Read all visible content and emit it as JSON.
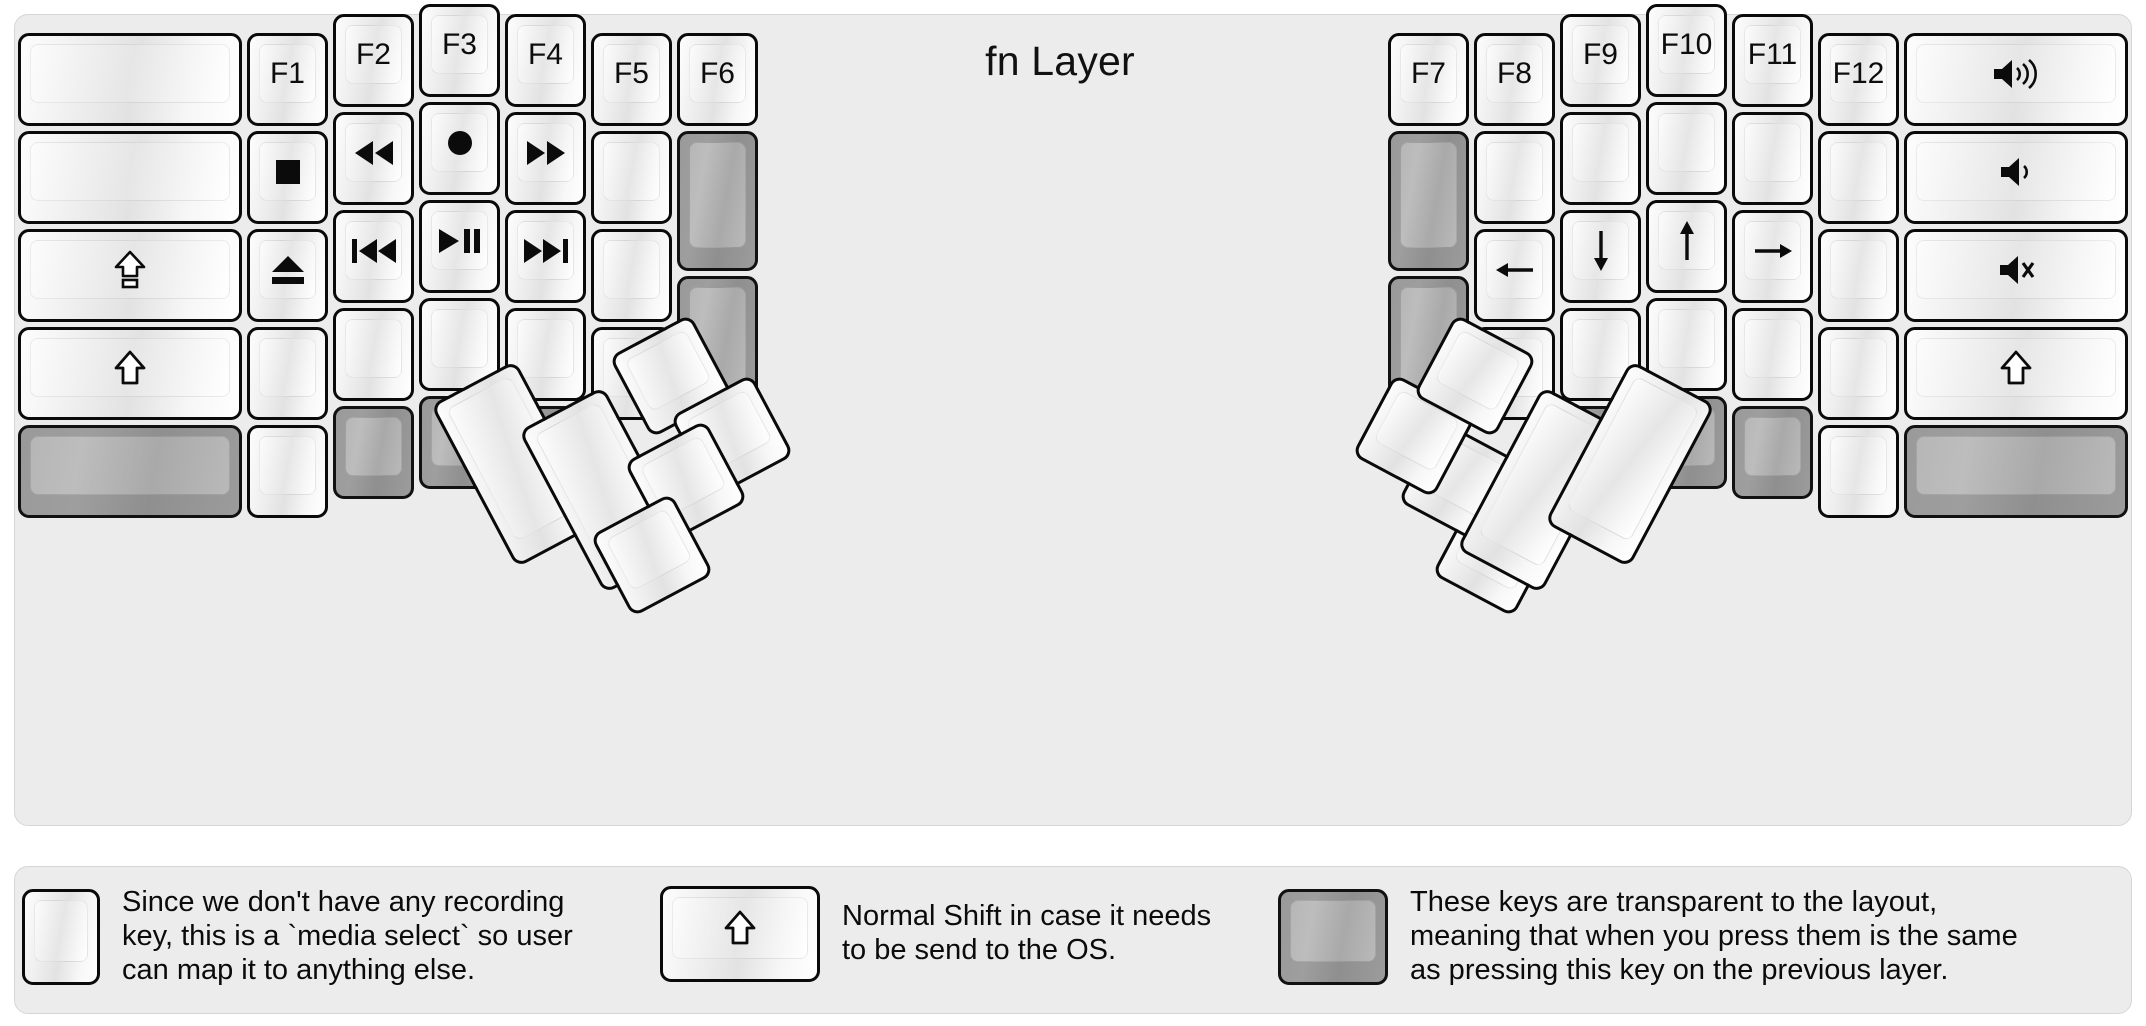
{
  "title": "fn Layer",
  "colors": {
    "background": "#ececec",
    "key_face": "#f2f2f2",
    "key_border": "#0a0a0a",
    "transparent_key": "#9e9e9e",
    "text": "#0d0d0d"
  },
  "legend": {
    "items": [
      {
        "key_icon": "record-circle-icon",
        "key_style": "normal",
        "text": "Since we don't have any recording\nkey, this is a `media select` so user\ncan map it to anything else."
      },
      {
        "key_icon": "shift-arrow-icon",
        "key_style": "normal",
        "text": "Normal Shift in case it needs\nto be send to the OS."
      },
      {
        "key_icon": "blank-icon",
        "key_style": "transparent",
        "text": "These keys are transparent to the layout,\nmeaning that when you press them is the same\nas pressing this key on the previous layer."
      }
    ]
  },
  "left_half": {
    "columns": [
      {
        "name": "col-1",
        "keys": [
          {
            "label": "",
            "icon": "blank-icon",
            "style": "normal"
          },
          {
            "label": "",
            "icon": "blank-icon",
            "style": "normal"
          },
          {
            "label": "",
            "icon": "capslock-arrow-icon",
            "style": "normal"
          },
          {
            "label": "",
            "icon": "shift-arrow-icon",
            "style": "normal"
          },
          {
            "label": "",
            "icon": "blank-icon",
            "style": "transparent"
          }
        ]
      },
      {
        "name": "col-2",
        "keys": [
          {
            "label": "F1",
            "icon": "",
            "style": "normal"
          },
          {
            "label": "",
            "icon": "media-stop-icon",
            "style": "normal"
          },
          {
            "label": "",
            "icon": "media-eject-icon",
            "style": "normal"
          },
          {
            "label": "",
            "icon": "blank-icon",
            "style": "normal"
          },
          {
            "label": "",
            "icon": "blank-icon",
            "style": "normal"
          }
        ]
      },
      {
        "name": "col-3",
        "keys": [
          {
            "label": "F2",
            "icon": "",
            "style": "normal"
          },
          {
            "label": "",
            "icon": "media-rewind-icon",
            "style": "normal"
          },
          {
            "label": "",
            "icon": "media-previous-icon",
            "style": "normal"
          },
          {
            "label": "",
            "icon": "blank-icon",
            "style": "normal"
          },
          {
            "label": "",
            "icon": "blank-icon",
            "style": "transparent"
          }
        ]
      },
      {
        "name": "col-4",
        "keys": [
          {
            "label": "F3",
            "icon": "",
            "style": "normal"
          },
          {
            "label": "",
            "icon": "media-record-icon",
            "style": "normal"
          },
          {
            "label": "",
            "icon": "media-play-pause-icon",
            "style": "normal"
          },
          {
            "label": "",
            "icon": "blank-icon",
            "style": "normal"
          },
          {
            "label": "",
            "icon": "blank-icon",
            "style": "transparent"
          }
        ]
      },
      {
        "name": "col-5",
        "keys": [
          {
            "label": "F4",
            "icon": "",
            "style": "normal"
          },
          {
            "label": "",
            "icon": "media-fast-forward-icon",
            "style": "normal"
          },
          {
            "label": "",
            "icon": "media-next-icon",
            "style": "normal"
          },
          {
            "label": "",
            "icon": "blank-icon",
            "style": "normal"
          },
          {
            "label": "",
            "icon": "blank-icon",
            "style": "transparent"
          }
        ]
      },
      {
        "name": "col-6",
        "keys": [
          {
            "label": "F5",
            "icon": "",
            "style": "normal"
          },
          {
            "label": "",
            "icon": "blank-icon",
            "style": "normal"
          },
          {
            "label": "",
            "icon": "blank-icon",
            "style": "normal"
          },
          {
            "label": "",
            "icon": "blank-icon",
            "style": "normal"
          }
        ]
      },
      {
        "name": "col-7",
        "keys": [
          {
            "label": "F6",
            "icon": "",
            "style": "normal"
          },
          {
            "label": "",
            "icon": "blank-icon",
            "style": "transparent"
          },
          {
            "label": "",
            "icon": "blank-icon",
            "style": "transparent"
          }
        ]
      }
    ],
    "thumb_cluster": {
      "keys": [
        {
          "label": "",
          "icon": "blank-icon",
          "style": "normal",
          "size": "2u"
        },
        {
          "label": "",
          "icon": "blank-icon",
          "style": "normal",
          "size": "2u"
        },
        {
          "label": "",
          "icon": "blank-icon",
          "style": "normal",
          "size": "1u"
        },
        {
          "label": "",
          "icon": "blank-icon",
          "style": "normal",
          "size": "1u"
        },
        {
          "label": "",
          "icon": "blank-icon",
          "style": "normal",
          "size": "1u"
        },
        {
          "label": "",
          "icon": "blank-icon",
          "style": "normal",
          "size": "1u"
        }
      ]
    }
  },
  "right_half": {
    "columns": [
      {
        "name": "col-1",
        "keys": [
          {
            "label": "F7",
            "icon": "",
            "style": "normal"
          },
          {
            "label": "",
            "icon": "blank-icon",
            "style": "transparent"
          },
          {
            "label": "",
            "icon": "blank-icon",
            "style": "transparent"
          }
        ]
      },
      {
        "name": "col-2",
        "keys": [
          {
            "label": "F8",
            "icon": "",
            "style": "normal"
          },
          {
            "label": "",
            "icon": "blank-icon",
            "style": "normal"
          },
          {
            "label": "",
            "icon": "arrow-left-icon",
            "style": "normal"
          },
          {
            "label": "",
            "icon": "blank-icon",
            "style": "normal"
          }
        ]
      },
      {
        "name": "col-3",
        "keys": [
          {
            "label": "F9",
            "icon": "",
            "style": "normal"
          },
          {
            "label": "",
            "icon": "blank-icon",
            "style": "normal"
          },
          {
            "label": "",
            "icon": "arrow-down-icon",
            "style": "normal"
          },
          {
            "label": "",
            "icon": "blank-icon",
            "style": "normal"
          },
          {
            "label": "",
            "icon": "blank-icon",
            "style": "transparent"
          }
        ]
      },
      {
        "name": "col-4",
        "keys": [
          {
            "label": "F10",
            "icon": "",
            "style": "normal"
          },
          {
            "label": "",
            "icon": "blank-icon",
            "style": "normal"
          },
          {
            "label": "",
            "icon": "arrow-up-icon",
            "style": "normal"
          },
          {
            "label": "",
            "icon": "blank-icon",
            "style": "normal"
          },
          {
            "label": "",
            "icon": "blank-icon",
            "style": "transparent"
          }
        ]
      },
      {
        "name": "col-5",
        "keys": [
          {
            "label": "F11",
            "icon": "",
            "style": "normal"
          },
          {
            "label": "",
            "icon": "blank-icon",
            "style": "normal"
          },
          {
            "label": "",
            "icon": "arrow-right-icon",
            "style": "normal"
          },
          {
            "label": "",
            "icon": "blank-icon",
            "style": "normal"
          },
          {
            "label": "",
            "icon": "blank-icon",
            "style": "transparent"
          }
        ]
      },
      {
        "name": "col-6",
        "keys": [
          {
            "label": "F12",
            "icon": "",
            "style": "normal"
          },
          {
            "label": "",
            "icon": "blank-icon",
            "style": "normal"
          },
          {
            "label": "",
            "icon": "blank-icon",
            "style": "normal"
          },
          {
            "label": "",
            "icon": "blank-icon",
            "style": "normal"
          },
          {
            "label": "",
            "icon": "blank-icon",
            "style": "normal"
          }
        ]
      },
      {
        "name": "col-7",
        "keys": [
          {
            "label": "",
            "icon": "volume-up-icon",
            "style": "normal"
          },
          {
            "label": "",
            "icon": "volume-down-icon",
            "style": "normal"
          },
          {
            "label": "",
            "icon": "volume-mute-icon",
            "style": "normal"
          },
          {
            "label": "",
            "icon": "shift-arrow-icon",
            "style": "normal"
          },
          {
            "label": "",
            "icon": "blank-icon",
            "style": "transparent"
          }
        ]
      }
    ],
    "thumb_cluster": {
      "keys": [
        {
          "label": "",
          "icon": "blank-icon",
          "style": "normal",
          "size": "1u"
        },
        {
          "label": "",
          "icon": "blank-icon",
          "style": "normal",
          "size": "1u"
        },
        {
          "label": "",
          "icon": "blank-icon",
          "style": "normal",
          "size": "1u"
        },
        {
          "label": "",
          "icon": "blank-icon",
          "style": "normal",
          "size": "1u"
        },
        {
          "label": "",
          "icon": "blank-icon",
          "style": "normal",
          "size": "2u"
        },
        {
          "label": "",
          "icon": "blank-icon",
          "style": "normal",
          "size": "2u"
        }
      ]
    }
  }
}
